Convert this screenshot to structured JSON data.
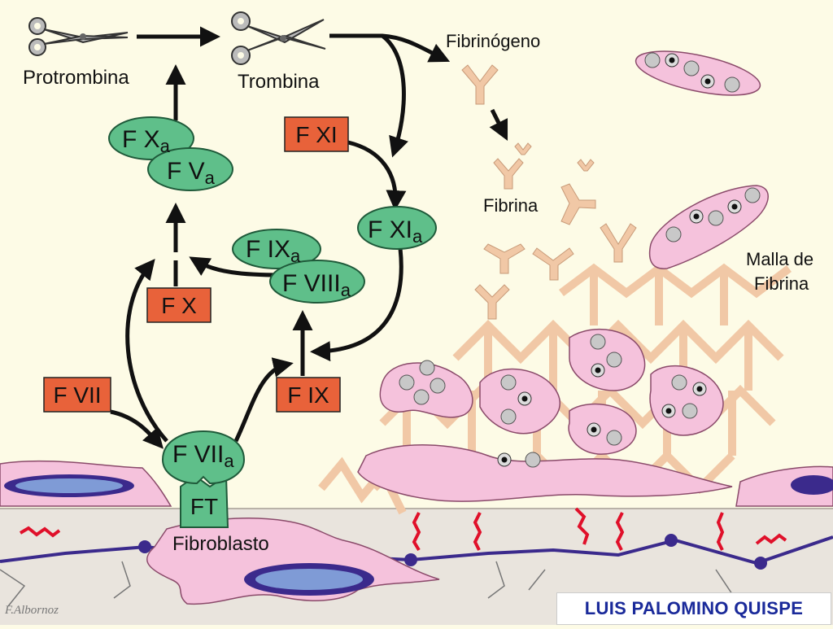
{
  "diagram": {
    "top": {
      "protrombina": "Protrombina",
      "trombina": "Trombina",
      "fibrinogeno": "Fibrinógeno",
      "fibrina": "Fibrina",
      "malla_line1": "Malla de",
      "malla_line2": "Fibrina"
    },
    "active_factors": {
      "fxa": {
        "main": "F X",
        "sub": "a"
      },
      "fva": {
        "main": "F V",
        "sub": "a"
      },
      "fxia": {
        "main": "F XI",
        "sub": "a"
      },
      "fixa": {
        "main": "F IX",
        "sub": "a"
      },
      "fviiia": {
        "main": "F VIII",
        "sub": "a"
      },
      "fviia": {
        "main": "F VII",
        "sub": "a"
      }
    },
    "inactive_factors": {
      "fxi": "F XI",
      "fx": "F X",
      "fix": "F IX",
      "fvii": "F VII"
    },
    "ft": "FT",
    "fibroblasto": "Fibroblasto"
  },
  "credits": {
    "signature": "F.Albornoz",
    "author": "LUIS PALOMINO QUISPE"
  },
  "colors": {
    "background": "#fdfbe6",
    "tissue": "#e9e4dd",
    "active_factor": "#5fbf8a",
    "inactive_factor": "#e8623a",
    "cell_pink": "#f5c2dc",
    "fibrin": "#f1c8a6",
    "nucleus": "#3b2a8c",
    "author_text": "#1a2a9a"
  }
}
